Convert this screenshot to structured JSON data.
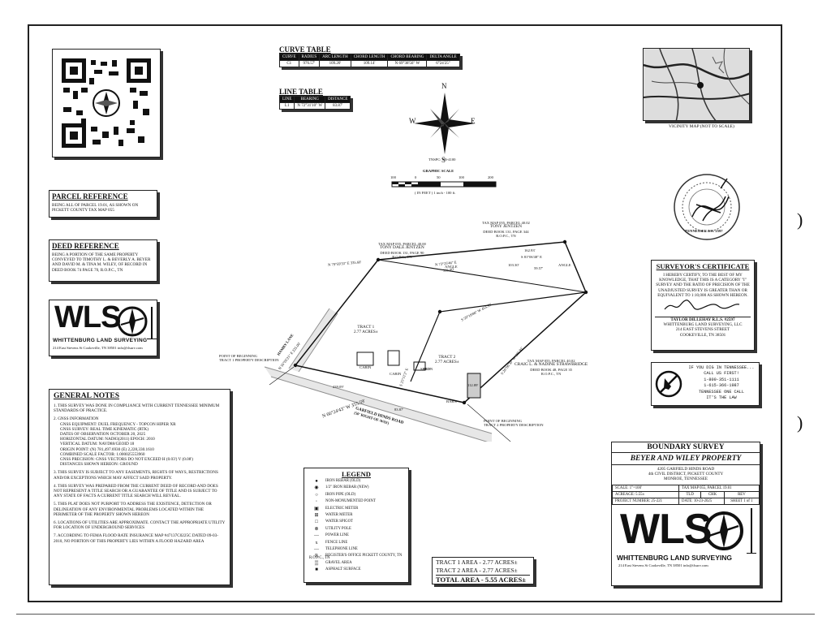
{
  "curve_table": {
    "title": "CURVE TABLE",
    "headers": [
      "CURVE",
      "RADIUS",
      "ARC LENGTH",
      "CHORD LENGTH",
      "CHORD BEARING",
      "DELTA ANGLE"
    ],
    "row": [
      "C1",
      "976.57'",
      "109.20'",
      "109.14'",
      "N 69°38'56\" W",
      "6°24'25\""
    ]
  },
  "line_table": {
    "title": "LINE TABLE",
    "headers": [
      "LINE",
      "BEARING",
      "DISTANCE"
    ],
    "row": [
      "L1",
      "N 72°31'10\" W",
      "83.87'"
    ]
  },
  "north_arrow": {
    "n": "N",
    "s": "S",
    "e": "E",
    "w": "W",
    "datum": "TNSPC: TN-4100"
  },
  "scale": {
    "title": "GRAPHIC SCALE",
    "ticks": [
      "100",
      "0",
      "50",
      "100",
      "200"
    ],
    "note": "( IN FEET ) 1 inch - 100 ft."
  },
  "vicinity": {
    "label": "VICINITY MAP",
    "note": "(NOT TO SCALE)"
  },
  "seal": {
    "text": "TENNESSEE NO. 2597"
  },
  "parcel": {
    "title": "PARCEL REFERENCE",
    "body": "BEING ALL OF PARCEL 19.01, AS SHOWN ON PICKETT COUNTY TAX MAP 055"
  },
  "deed": {
    "title": "DEED REFERENCE",
    "body": "BEING A PORTION OF THE SAME PROPERTY CONVEYED TO TIMOTHY L. & BEVERLY A. BEYER AND DAVID M. & TINA M. WILEY, OF RECORD IN DEED BOOK 74 PAGE 70, R.O.P.C., TN"
  },
  "logo_small": {
    "letters": "WLS",
    "name": "WHITTENBURG LAND SURVEYING",
    "addr": "214 East Stevens St Cookeville, TN 38501 info@tlsurv.com"
  },
  "surveyor": {
    "title": "SURVEYOR'S CERTIFICATE",
    "body": "I HEREBY CERTIFY, TO THE BEST OF MY KNOWLEDGE, THAT THIS IS A CATEGORY \"I\" SURVEY AND THE RATIO OF PRECISION OF THE UNADJUSTED SURVEY IS GREATER THAN OR EQUIVALENT TO 1:10,000 AS SHOWN HEREON.",
    "name": "TAYLOR DILLEHAY R.L.S. #2597",
    "company": "WHITTENBURG LAND SURVEYING, LLC",
    "street": "214 EAST STEVENS STREET",
    "city": "COOKEVILLE, TN 38501"
  },
  "call811": {
    "l1": "IF YOU DIG IN TENNESSEE...",
    "l2": "CALL US FIRST!",
    "l3": "1-800-351-1111",
    "l4": "1-615-366-1987",
    "l5": "TENNESSEE ONE CALL",
    "l6": "IT'S THE LAW"
  },
  "general_notes": {
    "title": "GENERAL NOTES",
    "items": [
      "1. THIS SURVEY WAS DONE IN COMPLIANCE WITH CURRENT TENNESSEE MINIMUM STANDARDS OF PRACTICE.",
      "2. GNSS INFORMATION",
      "GNSS EQUIPMENT: DUEL FREQUENCY - TOPCON HIPER XR",
      "GNSS SURVEY: REAL TIME KINEMATIC (RTK)",
      "DATES OF OBSERVATION OCTOBER 20, 2025",
      "HORIZONTAL DATUM: NAD83(2011) EPOCH: 2010",
      "VERTICAL DATUM: NAVD88/GEOID 18",
      "ORIGIN POINT: (N) 781,497.6930 (E) 2,228,330.1610",
      "COMBINED SCALE FACTOR: 1.000025553960",
      "GNSS PRECISION: GNSS VECTORS DO NOT EXCEED H (0.03') V (0.08')",
      "DISTANCES SHOWN HEREON: GROUND",
      "3. THIS SURVEY IS SUBJECT TO ANY EASEMENTS, RIGHTS OF WAYS, RESTRICTIONS AND/OR EXCEPTIONS WHICH MAY AFFECT SAID PROPERTY.",
      "4. THIS SURVEY WAS PREPARED FROM THE CURRENT DEED OF RECORD AND DOES NOT REPRESENT A TITLE SEARCH OR A GUARANTEE OF TITLE AND IS SUBJECT TO ANY STATE OF FACTS A CURRENT TITLE SEARCH WILL REVEAL.",
      "5. THIS PLAT DOES NOT PURPORT TO ADDRESS THE EXISTENCE, DETECTION OR DELINEATION OF ANY ENVIRONMENTAL PROBLEMS LOCATED WITHIN THE PERIMETER OF THE PROPERTY SHOWN HEREON",
      "6. LOCATIONS OF UTILITIES ARE APPROXIMATE. CONTACT THE APPROPRIATE UTILITY FOR LOCATION OF UNDERGROUND SERVICES",
      "7. ACCORDING TO FEMA FLOOD RATE INSURANCE MAP #47137C0225C DATED 09-03-2010, NO PORTION OF THIS PROPERTY LIES WITHIN A FLOOD HAZARD AREA"
    ]
  },
  "legend": {
    "title": "LEGEND",
    "items": [
      "IRON REBAR (OLD)",
      "1/2\" IRON REBAR (NEW)",
      "IRON PIPE (OLD)",
      "NON-MONUMENTED POINT",
      "ELECTRIC METER",
      "WATER METER",
      "WATER SPIGOT",
      "UTILITY POLE",
      "POWER LINE",
      "FENCE LINE",
      "TELEPHONE LINE",
      "REGISTER'S OFFICE PICKETT COUNTY, TN",
      "GRAVEL AREA",
      "ASPHALT SURFACE"
    ],
    "rop": "R.O.P.C., TN"
  },
  "areas": {
    "t1": "TRACT 1 AREA - 2.77 ACRES±",
    "t2": "TRACT 2 AREA - 2.77 ACRES±",
    "total": "TOTAL AREA - 5.55 ACRES±"
  },
  "boundary": {
    "title": "BOUNDARY SURVEY",
    "name": "BEYER AND WILEY PROPERTY",
    "addr1": "4205 GARFIELD HINDS ROAD",
    "addr2": "4th CIVIL DISTRICT, PICKETT COUNTY",
    "addr3": "MONROE, TENNESSEE",
    "scale": "SCALE: 1\"=100'",
    "taxmap": "TAX MAP 055, PARCEL 19.01",
    "acreage": "ACREAGE: 5.55±",
    "dr": "TLD",
    "chk": "CHK",
    "rev": "REV",
    "project": "PROJECT NUMBER: 25-221",
    "date": "DATE: 10-23-2025",
    "sheet": "SHEET 1 of 1"
  },
  "plat": {
    "tract1": "TRACT 1",
    "tract1_area": "2.77 ACRES±",
    "tract2": "TRACT 2",
    "tract2_area": "2.77 ACRES±",
    "road": "GARFIELD HINDS ROAD",
    "road_row": "(50' RIGHT-OF-WAY)",
    "lane": "HAMBY LANE",
    "pob1": "POINT OF BEGINNING",
    "pob1b": "TRACT 1 PROPERTY DESCRIPTION",
    "pob2": "POINT OF BEGINNING",
    "pob2b": "TRACT 2 PROPERTY DESCRIPTION",
    "owner1": "TAX MAP 055, PARCEL 40.00",
    "owner1b": "TONY DALE JENTZEN",
    "owner1c": "DEED BOOK 131, PAGE 90",
    "owner1d": "R.O.P.C., TN",
    "owner2": "TAX MAP 055, PARCEL 40.02",
    "owner2b": "TONY JENTZEN",
    "owner2c": "DEED BOOK 131, PAGE 344",
    "owner2d": "R.O.P.C., TN",
    "owner3": "TAX MAP 055, PARCEL 40.02",
    "owner3b": "CRAIG L. & NADINE STRAWBRIDGE",
    "owner3c": "DEED BOOK 48, PAGE 35",
    "owner3d": "R.O.P.C., TN",
    "b1": "N 79°59'33\" E 335.60'",
    "b2": "N 73°25'46\" E",
    "b2d": "335.00'",
    "b3": "162.93'",
    "b3b": "S 81°06'48\" E",
    "b3c": "103.30'",
    "b3d": "59.57'",
    "b4": "S 59°18'00\" W 453.99'",
    "b5": "S 26°06'30\" W 385.91'",
    "b6": "N 66°24'43\" W 355.59'",
    "b7": "N 56°05'21\" E 225.00'",
    "b8": "S 25°11'2\" E",
    "angle": "ANGLE",
    "iron": "IRON",
    "cabin": "CABIN",
    "shed": "SHED",
    "barn": "BARN",
    "d1": "239.09'",
    "d2": "83.87'",
    "d3": "112.89'"
  }
}
